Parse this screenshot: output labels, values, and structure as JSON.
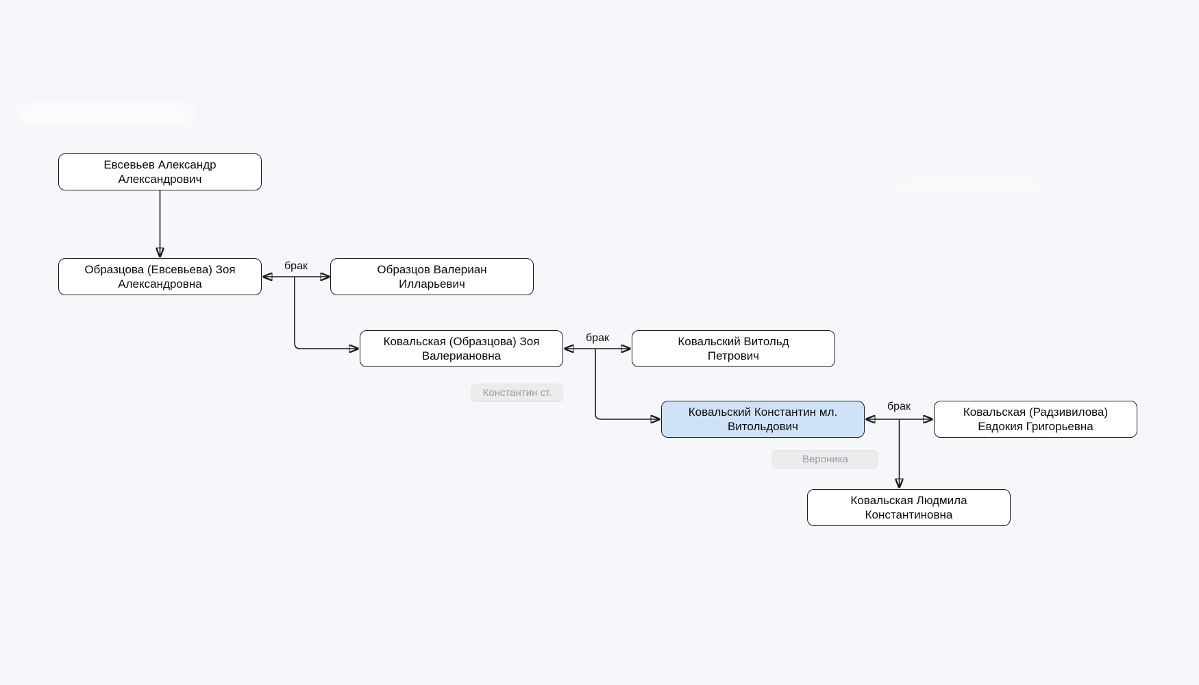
{
  "diagram": {
    "marriage_label": "брак",
    "nodes": [
      {
        "id": "evsevev-aleksandr",
        "line1": "Евсевьев Александр",
        "line2": "Александрович",
        "highlighted": false
      },
      {
        "id": "obraztsova-zoya",
        "line1": "Образцова (Евсевьева) Зоя",
        "line2": "Александровна",
        "highlighted": false
      },
      {
        "id": "obraztsov-valerian",
        "line1": "Образцов Валериан",
        "line2": "Илларьевич",
        "highlighted": false
      },
      {
        "id": "kovalskaya-zoya",
        "line1": "Ковальская (Образцова) Зоя",
        "line2": "Валериановна",
        "highlighted": false
      },
      {
        "id": "kovalsky-vitold",
        "line1": "Ковальский Витольд",
        "line2": "Петрович",
        "highlighted": false
      },
      {
        "id": "kovalsky-konstantin-ml",
        "line1": "Ковальский Константин мл.",
        "line2": "Витольдович",
        "highlighted": true
      },
      {
        "id": "kovalskaya-evdokia",
        "line1": "Ковальская (Радзивилова)",
        "line2": "Евдокия Григорьевна",
        "highlighted": false
      },
      {
        "id": "kovalskaya-lyudmila",
        "line1": "Ковальская Людмила",
        "line2": "Константиновна",
        "highlighted": false
      }
    ],
    "badges": [
      {
        "id": "konstantin-st",
        "label": "Константин ст."
      },
      {
        "id": "veronika",
        "label": "Вероника"
      }
    ],
    "colors": {
      "background": "#f6f7fa",
      "node_fill": "#ffffff",
      "node_border": "#1a1a1a",
      "highlight_fill": "#cfe2f8",
      "connector": "#1a1a1a",
      "badge_fill": "#ececec",
      "badge_text": "#979b9f"
    }
  }
}
